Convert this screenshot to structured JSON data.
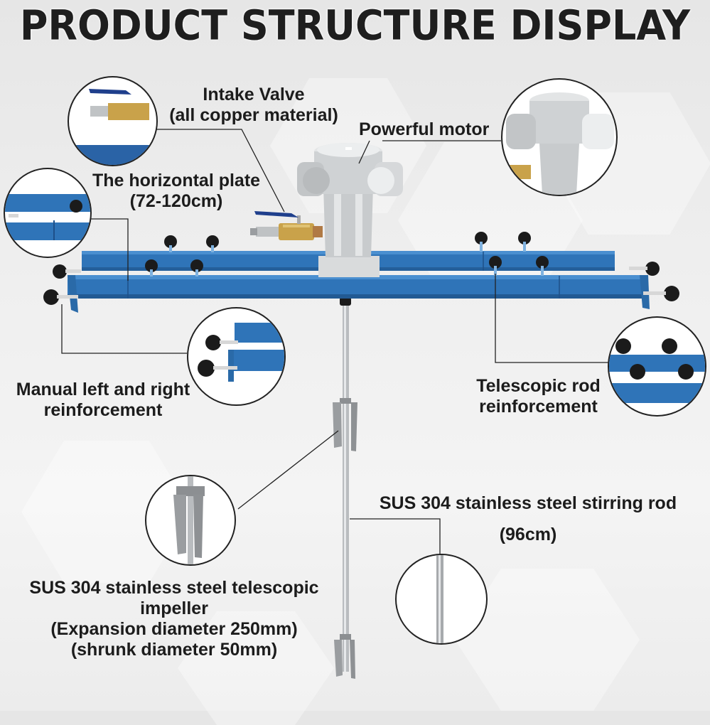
{
  "title": "PRODUCT STRUCTURE DISPLAY",
  "callouts": {
    "intake_valve": {
      "line1": "Intake Valve",
      "line2": "(all copper material)"
    },
    "motor": {
      "line1": "Powerful motor"
    },
    "horizontal_plate": {
      "line1": "The horizontal plate",
      "line2": "(72-120cm)"
    },
    "manual_reinforcement": {
      "line1": "Manual left and right",
      "line2": "reinforcement"
    },
    "telescopic_rod": {
      "line1": "Telescopic rod",
      "line2": "reinforcement"
    },
    "stirring_rod": {
      "line1": "SUS 304 stainless steel stirring rod",
      "line2": "(96cm)"
    },
    "impeller": {
      "line1": "SUS 304 stainless steel telescopic",
      "line2": "impeller",
      "line3": "(Expansion diameter 250mm)",
      "line4": "(shrunk diameter 50mm)"
    }
  },
  "colors": {
    "frame_blue": "#2f74b8",
    "brass": "#c9a24a",
    "motor_silver": "#cfd2d4",
    "knob_black": "#1b1b1b",
    "valve_handle": "#1f3f8c"
  }
}
